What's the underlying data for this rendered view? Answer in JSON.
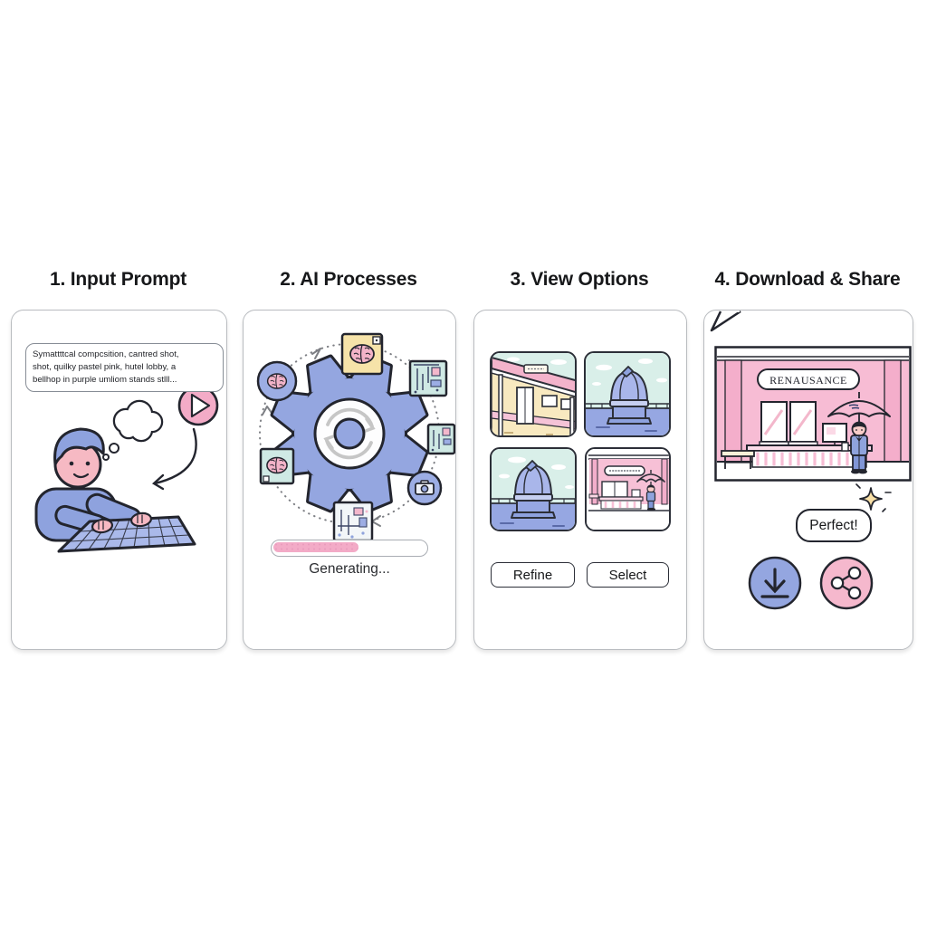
{
  "steps": [
    {
      "title": "1. Input Prompt"
    },
    {
      "title": "2. AI Processes"
    },
    {
      "title": "3. View Options"
    },
    {
      "title": "4. Download & Share"
    }
  ],
  "panel1": {
    "prompt_lines": [
      "Symattttcal compcsition, cantred shot,",
      "shot, quilky pastel pink, hutel lobby, a",
      "bellhop in purple umliom stands stlll..."
    ],
    "icons": [
      "thought-bubble-icon",
      "play-icon",
      "curved-arrow-icon",
      "keyboard",
      "typing-person"
    ]
  },
  "panel2": {
    "status_label": "Generating...",
    "progress_percent": 55,
    "icons": [
      "gear-icon",
      "brain-icon",
      "circuit-chip-icon",
      "camera-icon",
      "refresh-arrows-icon"
    ]
  },
  "panel3": {
    "refine_label": "Refine",
    "select_label": "Select",
    "thumbnails": [
      "train-station",
      "observatory-dome",
      "observatory-dome",
      "pink-storefront-with-bellhop"
    ]
  },
  "panel4": {
    "sign_text": "RENAUSANCE",
    "success_label": "Perfect!",
    "icons": [
      "download-arrow-icon",
      "share-nodes-icon",
      "sparkle-icon",
      "umbrella",
      "bellhop"
    ]
  },
  "colors": {
    "periwinkle": "#94a6e0",
    "periwinkle_light": "#aab9ea",
    "pink": "#f3abc7",
    "pink_wall": "#f7bcd4",
    "mint": "#d9efe9",
    "pale_yellow": "#f6e3a9",
    "face_pink": "#f6b9c3",
    "outline": "#23252e",
    "card_border": "#b9bcc0"
  }
}
